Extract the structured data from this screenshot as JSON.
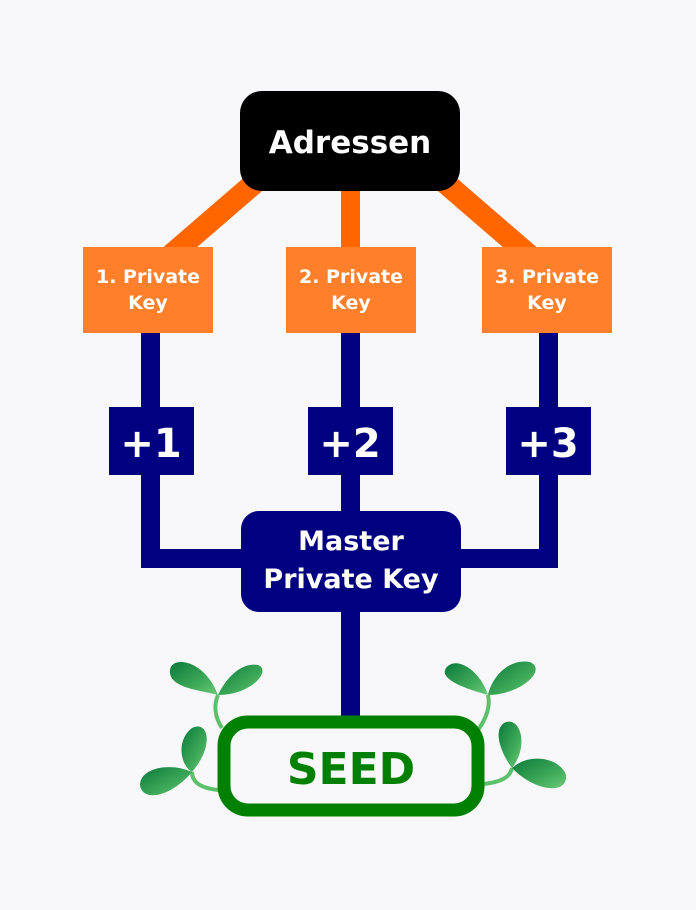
{
  "title": "Adressen",
  "private_keys": [
    {
      "line1": "1. Private",
      "line2": "Key"
    },
    {
      "line1": "2. Private",
      "line2": "Key"
    },
    {
      "line1": "3. Private",
      "line2": "Key"
    }
  ],
  "increments": [
    "+1",
    "+2",
    "+3"
  ],
  "master": {
    "line1": "Master",
    "line2": "Private Key"
  },
  "seed": "SEED",
  "colors": {
    "background": "#f8f8fa",
    "address_box": "#000000",
    "orange_connector": "#ff6600",
    "private_key_box": "#ff7f2a",
    "navy": "#000080",
    "seed_green": "#008000",
    "leaf_dark": "#0a7a3a",
    "leaf_light": "#5cc06a"
  }
}
